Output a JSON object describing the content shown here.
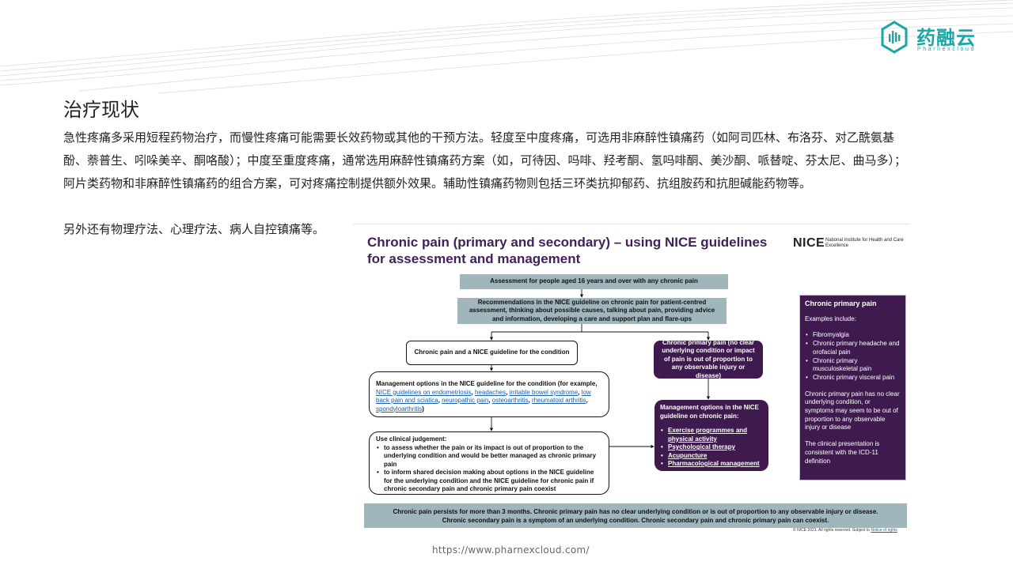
{
  "logo": {
    "cn": "药融云",
    "en": "Pharnexcloud",
    "color": "#1aa6a6"
  },
  "page": {
    "title": "治疗现状",
    "intro": "急性疼痛多采用短程药物治疗，而慢性疼痛可能需要长效药物或其他的干预方法。轻度至中度疼痛，可选用非麻醉性镇痛药（如阿司匹林、布洛芬、对乙酰氨基酚、萘普生、吲哚美辛、酮咯酸）；中度至重度疼痛，通常选用麻醉性镇痛药方案（如，可待因、吗啡、羟考酮、氢吗啡酮、美沙酮、哌替啶、芬太尼、曲马多）；阿片类药物和非麻醉性镇痛药的组合方案，可对疼痛控制提供额外效果。辅助性镇痛药物则包括三环类抗抑郁药、抗组胺药和抗胆碱能药物等。",
    "extra": "另外还有物理疗法、心理疗法、病人自控镇痛等。",
    "url": "https://www.pharnexcloud.com/"
  },
  "infographic": {
    "title": "Chronic pain (primary and secondary) – using NICE guidelines for assessment and management",
    "nice_word": "NICE",
    "nice_sub": "National Institute for Health and Care Excellence",
    "assess": "Assessment for people aged 16 years and over with any chronic pain",
    "recs": "Recommendations in the NICE guideline on chronic pain for patient-centred assessment, thinking about possible causes, talking about pain, providing advice and information, developing a care and support plan and flare-ups",
    "condition": "Chronic pain and a NICE guideline for the condition",
    "cpp_box": "Chronic primary pain (no clear underlying condition or impact of pain is out of proportion to any observable injury or disease)",
    "mgmt": {
      "intro": "Management options in the NICE guideline for the condition (for example,",
      "links": [
        "NICE guidelines on endometriosis",
        "headaches",
        "irritable bowel syndrome",
        "low back pain and sciatica",
        "neuropathic pain",
        "osteoarthritis",
        "rheumatoid arthritis",
        "spondyloarthritis"
      ],
      "close": ")"
    },
    "judge": {
      "head": "Use clinical judgement:",
      "items": [
        "to assess whether the pain or its impact is out of proportion to the underlying condition and would be better managed as chronic primary pain",
        "to inform shared decision making about options in the NICE guideline for the underlying condition and the NICE guideline for chronic pain if chronic secondary pain and chronic primary pain coexist"
      ]
    },
    "nice_cp": {
      "head": "Management options in the NICE guideline on chronic pain:",
      "items": [
        "Exercise programmes and physical activity",
        "Psychological therapy",
        "Acupuncture",
        "Pharmacological management"
      ]
    },
    "side": {
      "title": "Chronic primary pain",
      "examples_label": "Examples include:",
      "examples": [
        "Fibromyalgia",
        "Chronic primary headache and orofacial pain",
        "Chronic primary musculoskeletal pain",
        "Chronic primary visceral pain"
      ],
      "para1": "Chronic primary pain has no clear underlying condition, or symptoms may seem to be out of proportion to any observable injury or disease",
      "para2": "The clinical presentation is consistent with the  ICD-11 definition"
    },
    "footer": {
      "line1": "Chronic pain persists for more than 3 months. Chronic primary pain has no clear underlying condition or is out of proportion to any observable injury or disease.",
      "line2": "Chronic secondary pain is a symptom of an underlying condition. Chronic secondary pain and chronic primary pain can coexist."
    },
    "copyright": "© NICE 2021. All rights reserved. Subject to",
    "copyright_link": "Notice of rights",
    "colors": {
      "purple": "#3e1a4f",
      "grey_box": "#9fb6bd",
      "title": "#40225a",
      "link": "#1a5fa8"
    }
  }
}
